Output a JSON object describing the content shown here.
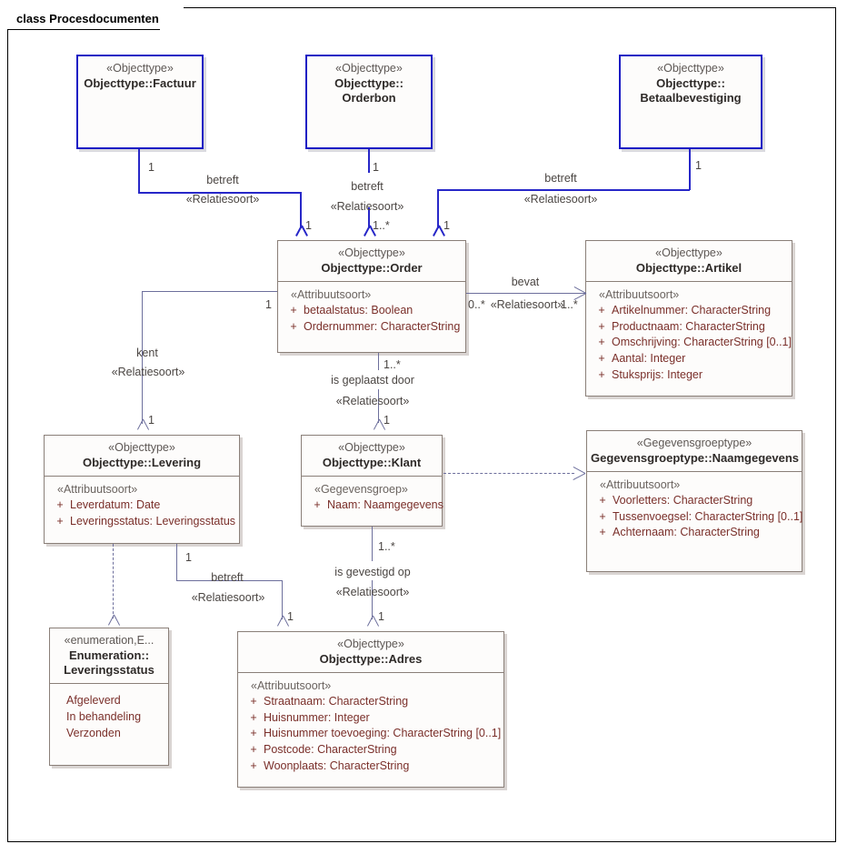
{
  "diagram": {
    "frame_label": "class Procesdocumenten",
    "kind": "uml-class-diagram"
  },
  "classes": {
    "factuur": {
      "stereotype": "«Objecttype»",
      "name": "Objecttype::Factuur"
    },
    "orderbon": {
      "stereotype": "«Objecttype»",
      "name_line1": "Objecttype::",
      "name_line2": "Orderbon"
    },
    "betaalbevestiging": {
      "stereotype": "«Objecttype»",
      "name_line1": "Objecttype::",
      "name_line2": "Betaalbevestiging"
    },
    "order": {
      "stereotype": "«Objecttype»",
      "name": "Objecttype::Order",
      "section": "«Attribuutsoort»",
      "attributes": [
        {
          "vis": "+",
          "text": "betaalstatus: Boolean"
        },
        {
          "vis": "+",
          "text": "Ordernummer: CharacterString"
        }
      ]
    },
    "artikel": {
      "stereotype": "«Objecttype»",
      "name": "Objecttype::Artikel",
      "section": "«Attribuutsoort»",
      "attributes": [
        {
          "vis": "+",
          "text": "Artikelnummer: CharacterString"
        },
        {
          "vis": "+",
          "text": "Productnaam: CharacterString"
        },
        {
          "vis": "+",
          "text": "Omschrijving: CharacterString [0..1]"
        },
        {
          "vis": "+",
          "text": "Aantal: Integer"
        },
        {
          "vis": "+",
          "text": "Stuksprijs: Integer"
        }
      ]
    },
    "levering": {
      "stereotype": "«Objecttype»",
      "name": "Objecttype::Levering",
      "section": "«Attribuutsoort»",
      "attributes": [
        {
          "vis": "+",
          "text": "Leverdatum: Date"
        },
        {
          "vis": "+",
          "text": "Leveringsstatus: Leveringsstatus"
        }
      ]
    },
    "klant": {
      "stereotype": "«Objecttype»",
      "name": "Objecttype::Klant",
      "section": "«Gegevensgroep»",
      "attributes": [
        {
          "vis": "+",
          "text": "Naam: Naamgegevens"
        }
      ]
    },
    "naamgegevens": {
      "stereotype": "«Gegevensgroeptype»",
      "name": "Gegevensgroeptype::Naamgegevens",
      "section": "«Attribuutsoort»",
      "attributes": [
        {
          "vis": "+",
          "text": "Voorletters: CharacterString"
        },
        {
          "vis": "+",
          "text": "Tussenvoegsel: CharacterString [0..1]"
        },
        {
          "vis": "+",
          "text": "Achternaam: CharacterString"
        }
      ]
    },
    "adres": {
      "stereotype": "«Objecttype»",
      "name": "Objecttype::Adres",
      "section": "«Attribuutsoort»",
      "attributes": [
        {
          "vis": "+",
          "text": "Straatnaam: CharacterString"
        },
        {
          "vis": "+",
          "text": "Huisnummer: Integer"
        },
        {
          "vis": "+",
          "text": "Huisnummer toevoeging: CharacterString [0..1]"
        },
        {
          "vis": "+",
          "text": "Postcode: CharacterString"
        },
        {
          "vis": "+",
          "text": "Woonplaats: CharacterString"
        }
      ]
    },
    "leveringsstatus": {
      "stereotype": "«enumeration,E...",
      "name_line1": "Enumeration::",
      "name_line2": "Leveringsstatus",
      "values": [
        "Afgeleverd",
        "In behandeling",
        "Verzonden"
      ]
    }
  },
  "relations": {
    "factuur_order": {
      "label": "betreft",
      "stereotype": "«Relatiesoort»",
      "source_mult": "1",
      "target_mult": "1"
    },
    "orderbon_order": {
      "label": "betreft",
      "stereotype": "«Relatiesoort»",
      "source_mult": "1",
      "target_mult": "1..*"
    },
    "betaal_order": {
      "label": "betreft",
      "stereotype": "«Relatiesoort»",
      "source_mult": "1",
      "target_mult": "1"
    },
    "order_artikel": {
      "label": "bevat",
      "stereotype": "«Relatiesoort»",
      "source_mult": "0..*",
      "target_mult": "1..*"
    },
    "order_levering": {
      "label": "kent",
      "stereotype": "«Relatiesoort»",
      "source_mult": "1",
      "target_mult": "1"
    },
    "order_klant": {
      "label": "is geplaatst door",
      "stereotype": "«Relatiesoort»",
      "source_mult": "1..*",
      "target_mult": "1"
    },
    "levering_adres": {
      "label": "betreft",
      "stereotype": "«Relatiesoort»",
      "source_mult": "1",
      "target_mult": "1"
    },
    "klant_adres": {
      "label": "is gevestigd op",
      "stereotype": "«Relatiesoort»",
      "source_mult": "1..*",
      "target_mult": "1"
    }
  },
  "colors": {
    "class_border": "#8a7f78",
    "emphasis_border": "#1b1bc4",
    "attribute_text": "#7a2f2a",
    "connector": "#6d6f9c",
    "connector_emphasis": "#2727c8"
  }
}
